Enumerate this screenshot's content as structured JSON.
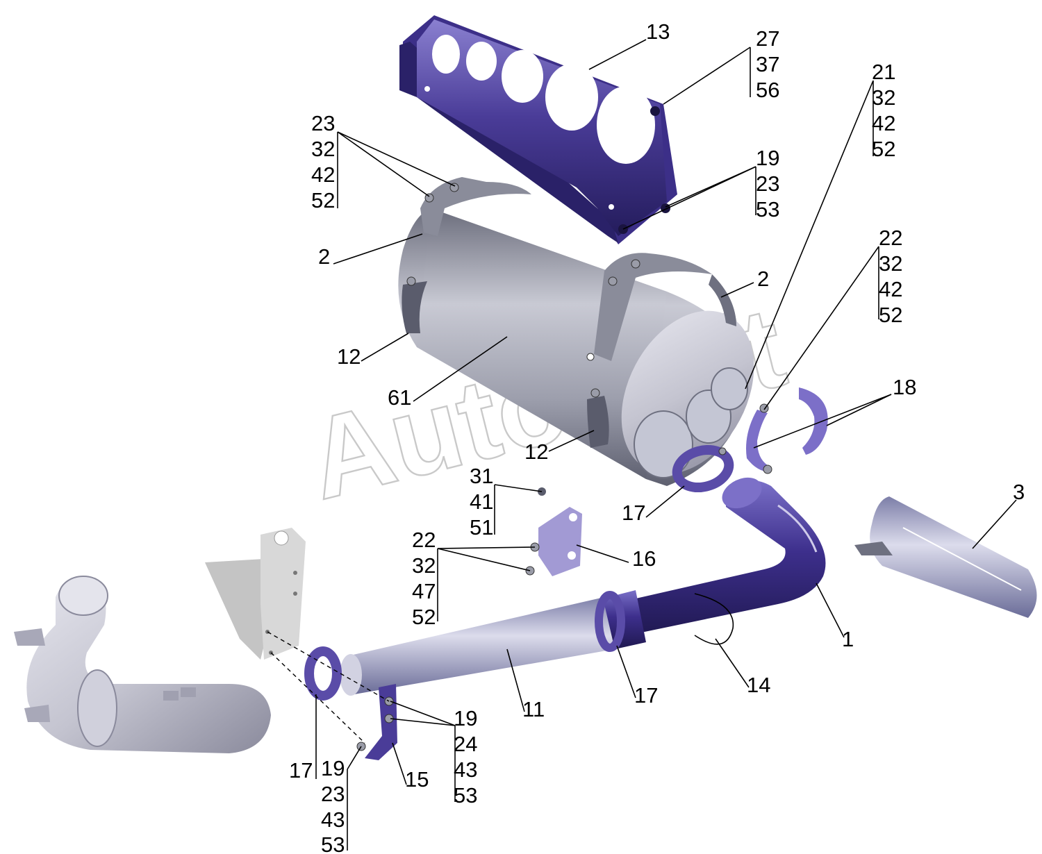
{
  "watermark": "AutoSoft",
  "colors": {
    "part_blue": "#5a4ca8",
    "part_blue_dark": "#2e2570",
    "part_gray": "#b7b9c2",
    "part_gray_dark": "#6e7080",
    "part_lilac": "#aaa6cf",
    "bracket_gray": "#bfbfbf"
  },
  "callouts": [
    {
      "id": "c13",
      "labels": [
        "13"
      ]
    },
    {
      "id": "c27",
      "labels": [
        "27",
        "37",
        "56"
      ]
    },
    {
      "id": "c21",
      "labels": [
        "21",
        "32",
        "42",
        "52"
      ]
    },
    {
      "id": "c23",
      "labels": [
        "23",
        "32",
        "42",
        "52"
      ]
    },
    {
      "id": "c19a",
      "labels": [
        "19",
        "23",
        "53"
      ]
    },
    {
      "id": "c22a",
      "labels": [
        "22",
        "32",
        "42",
        "52"
      ]
    },
    {
      "id": "c2a",
      "labels": [
        "2"
      ]
    },
    {
      "id": "c2b",
      "labels": [
        "2"
      ]
    },
    {
      "id": "c12a",
      "labels": [
        "12"
      ]
    },
    {
      "id": "c61",
      "labels": [
        "61"
      ]
    },
    {
      "id": "c12b",
      "labels": [
        "12"
      ]
    },
    {
      "id": "c18",
      "labels": [
        "18"
      ]
    },
    {
      "id": "c31",
      "labels": [
        "31",
        "41",
        "51"
      ]
    },
    {
      "id": "c17a",
      "labels": [
        "17"
      ]
    },
    {
      "id": "c3",
      "labels": [
        "3"
      ]
    },
    {
      "id": "c22b",
      "labels": [
        "22",
        "32",
        "47",
        "52"
      ]
    },
    {
      "id": "c16",
      "labels": [
        "16"
      ]
    },
    {
      "id": "c1",
      "labels": [
        "1"
      ]
    },
    {
      "id": "c14",
      "labels": [
        "14"
      ]
    },
    {
      "id": "c17b",
      "labels": [
        "17"
      ]
    },
    {
      "id": "c11",
      "labels": [
        "11"
      ]
    },
    {
      "id": "c19b",
      "labels": [
        "19",
        "24",
        "43",
        "53"
      ]
    },
    {
      "id": "c15",
      "labels": [
        "15"
      ]
    },
    {
      "id": "c17c",
      "labels": [
        "17"
      ]
    },
    {
      "id": "c19c",
      "labels": [
        "19",
        "23",
        "43",
        "53"
      ]
    }
  ]
}
